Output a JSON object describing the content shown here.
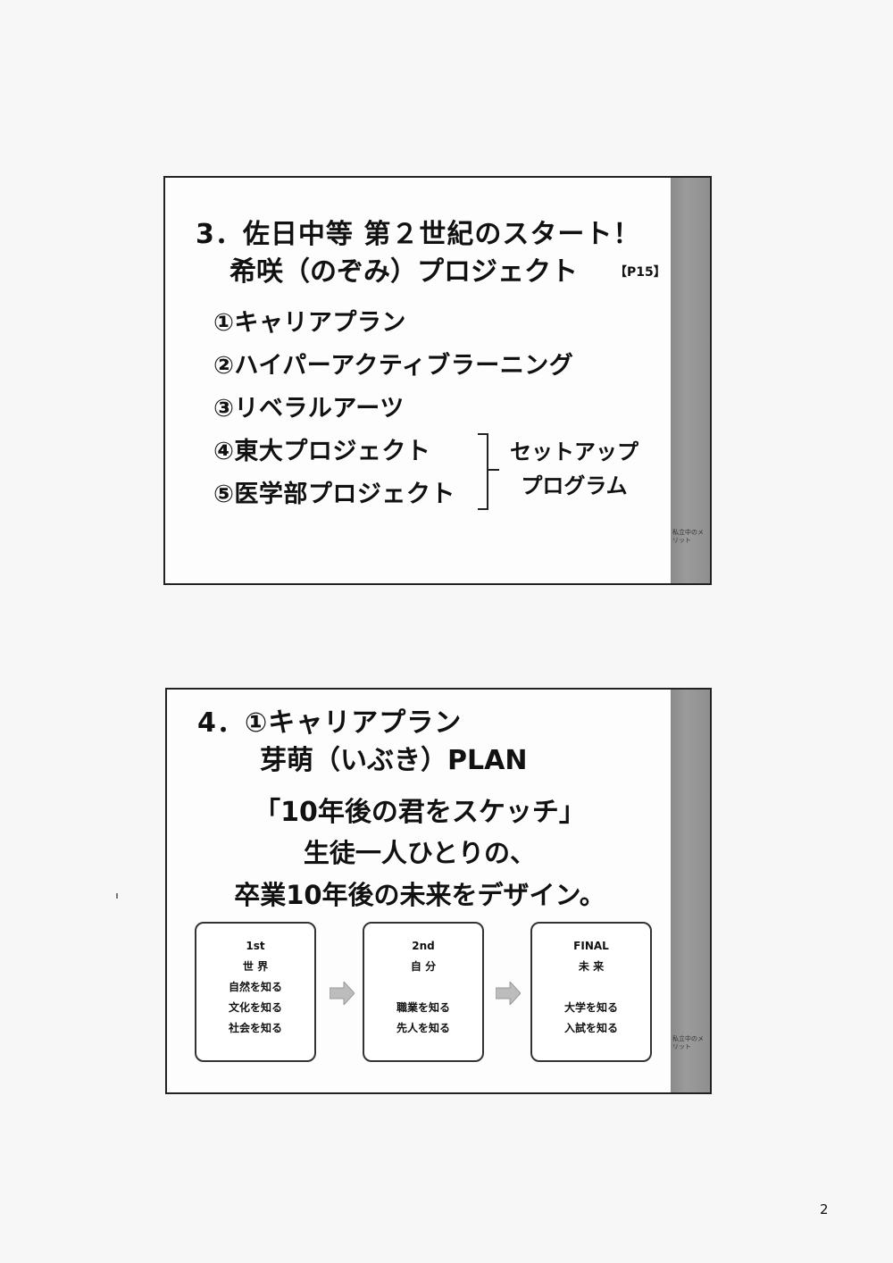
{
  "side_label": "私立中のメリット",
  "slide1": {
    "title_line1": "3．佐日中等 第２世紀のスタート！",
    "title_line2": "希咲（のぞみ）プロジェクト",
    "page_ref": "【P15】",
    "items": [
      "①キャリアプラン",
      "②ハイパーアクティブラーニング",
      "③リベラルアーツ",
      "④東大プロジェクト",
      "⑤医学部プロジェクト"
    ],
    "setup_line1": "セットアップ",
    "setup_line2": "プログラム"
  },
  "slide2": {
    "title_line1": "4．①キャリアプラン",
    "title_line2": "芽萌（いぶき）PLAN",
    "quote": "「10年後の君をスケッチ」",
    "line1": "生徒一人ひとりの、",
    "line2": "卒業10年後の未来をデザイン。",
    "stages": [
      {
        "label": "1st",
        "name": "世 界",
        "lines": [
          "自然を知る",
          "文化を知る",
          "社会を知る"
        ]
      },
      {
        "label": "2nd",
        "name": "自 分",
        "lines": [
          "",
          "職業を知る",
          "先人を知る"
        ]
      },
      {
        "label": "FINAL",
        "name": "未 来",
        "lines": [
          "",
          "大学を知る",
          "入試を知る"
        ]
      }
    ]
  },
  "page_number": "2"
}
